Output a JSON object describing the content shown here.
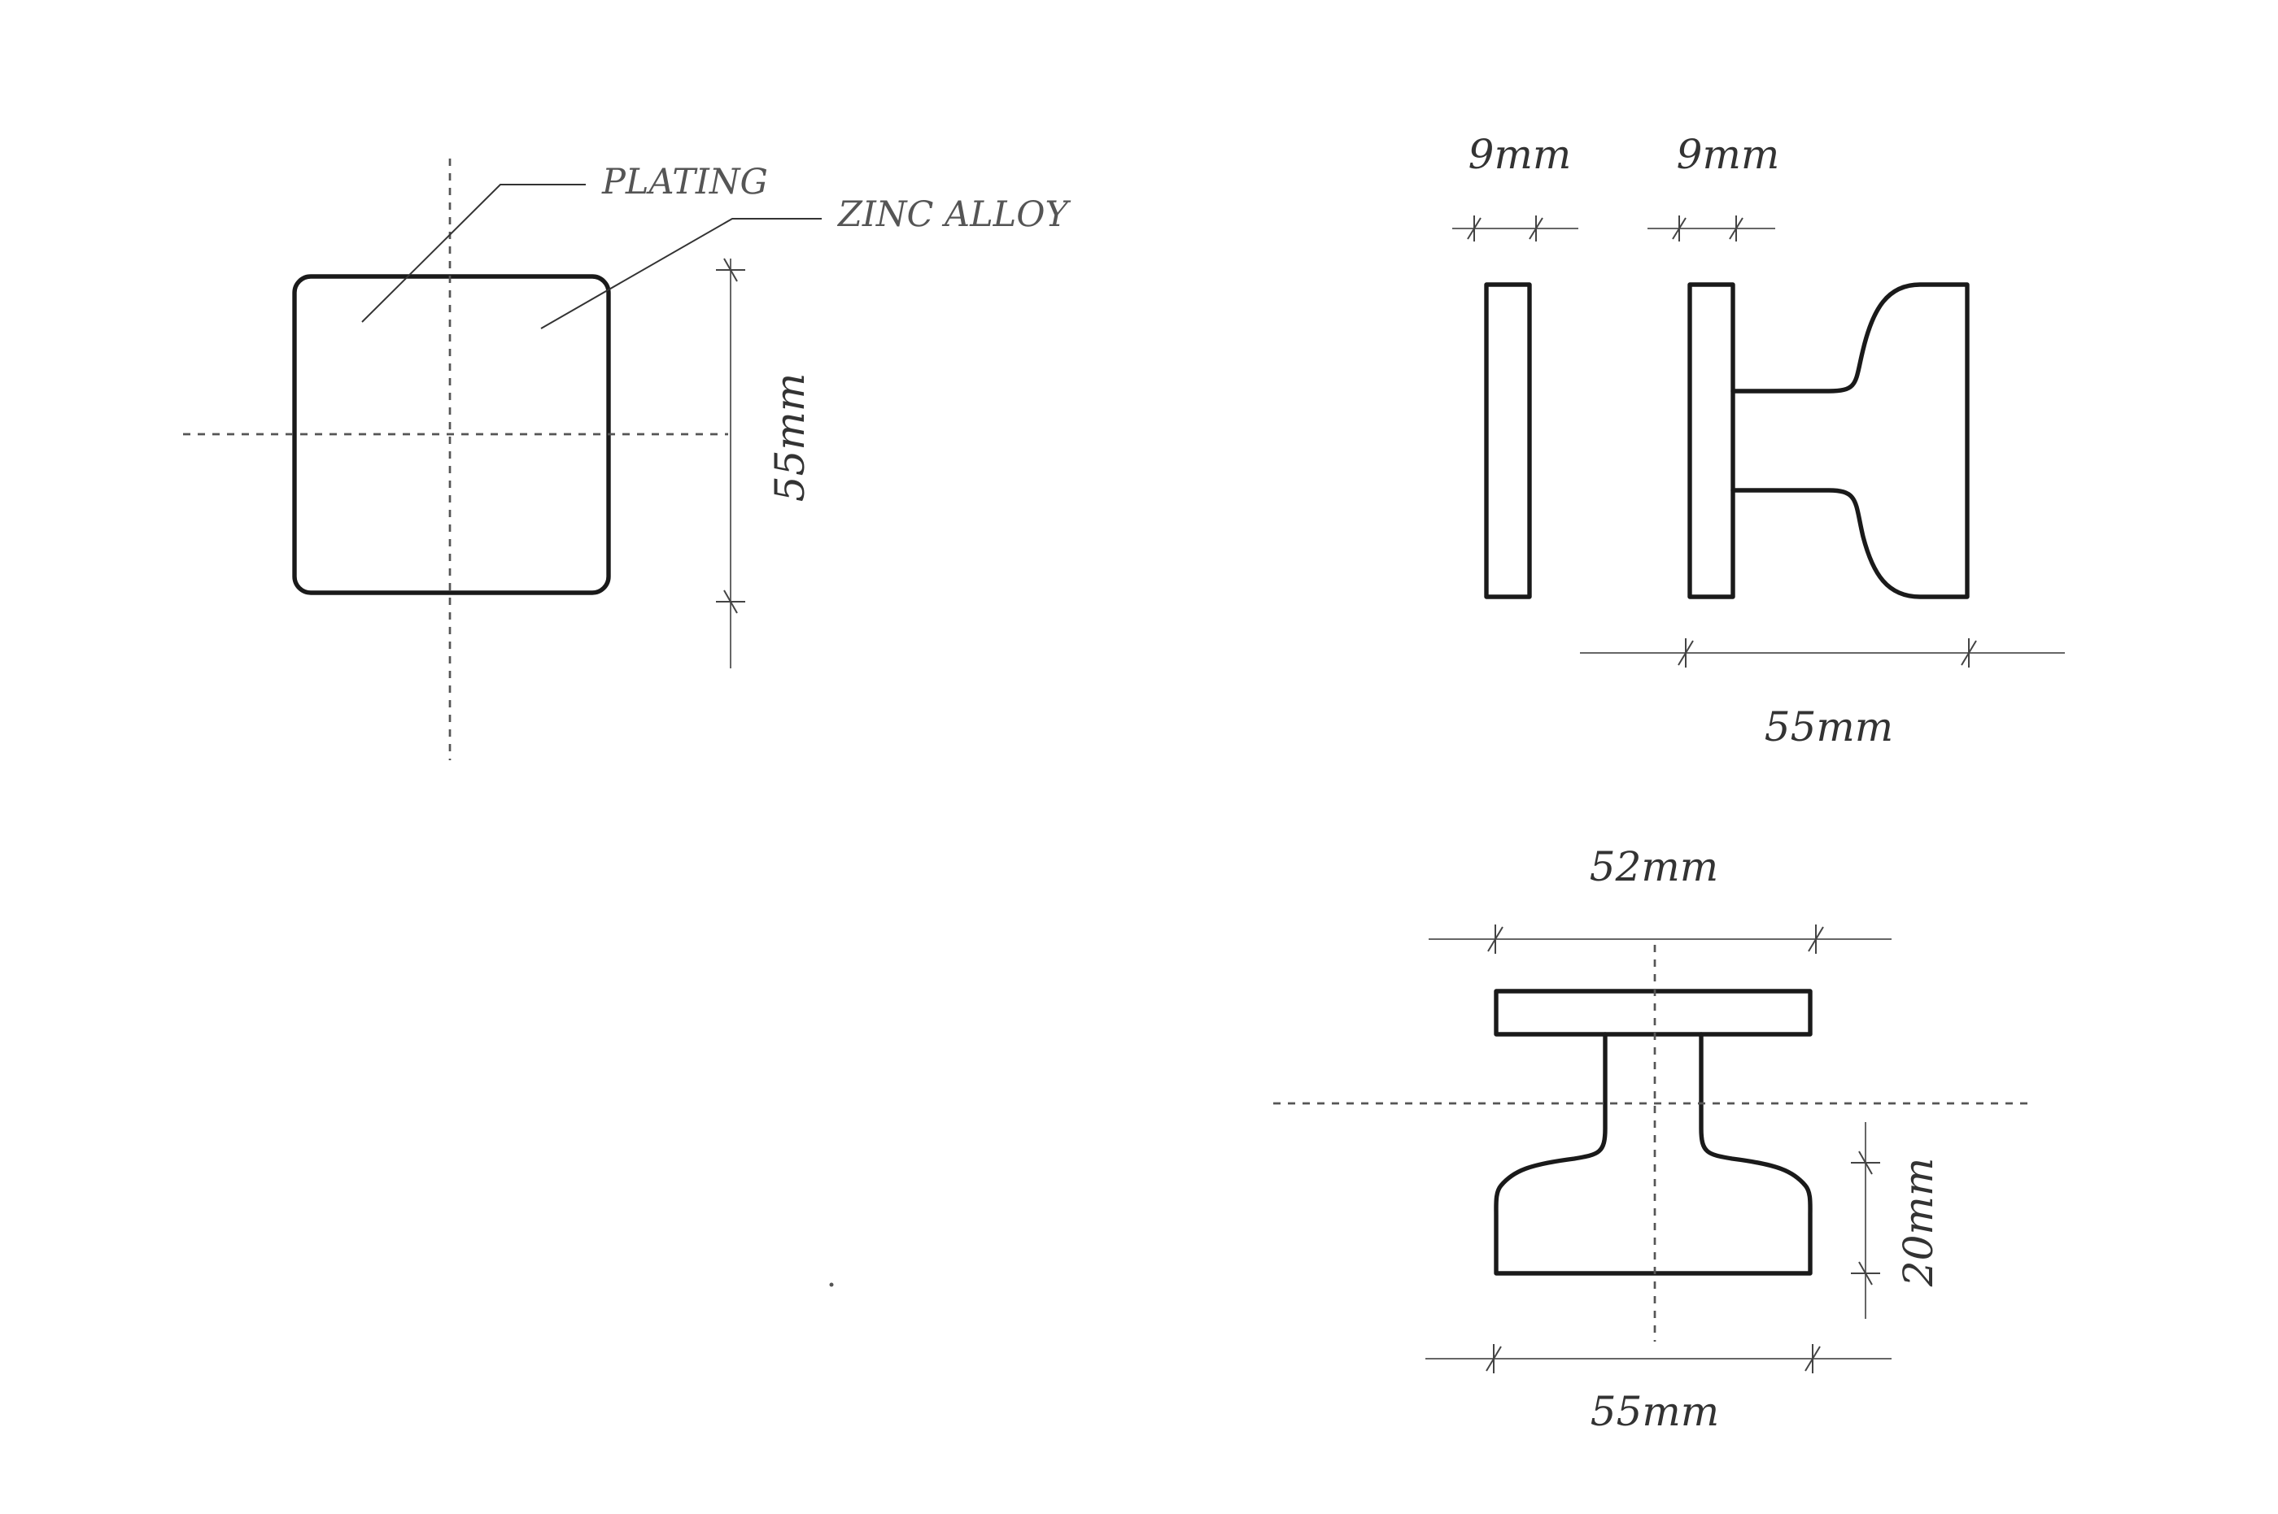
{
  "labels": {
    "plating": "PLATING",
    "zinc_alloy": "ZINC ALLOY"
  },
  "dimensions": {
    "front_height": "55mm",
    "side_left_thickness": "9mm",
    "side_base_thickness": "9mm",
    "side_depth": "55mm",
    "top_width": "52mm",
    "bottom_height": "20mm",
    "bottom_width": "55mm"
  },
  "colors": {
    "outline": "#1a1a1a",
    "dimension": "#666666",
    "background": "#ffffff"
  }
}
